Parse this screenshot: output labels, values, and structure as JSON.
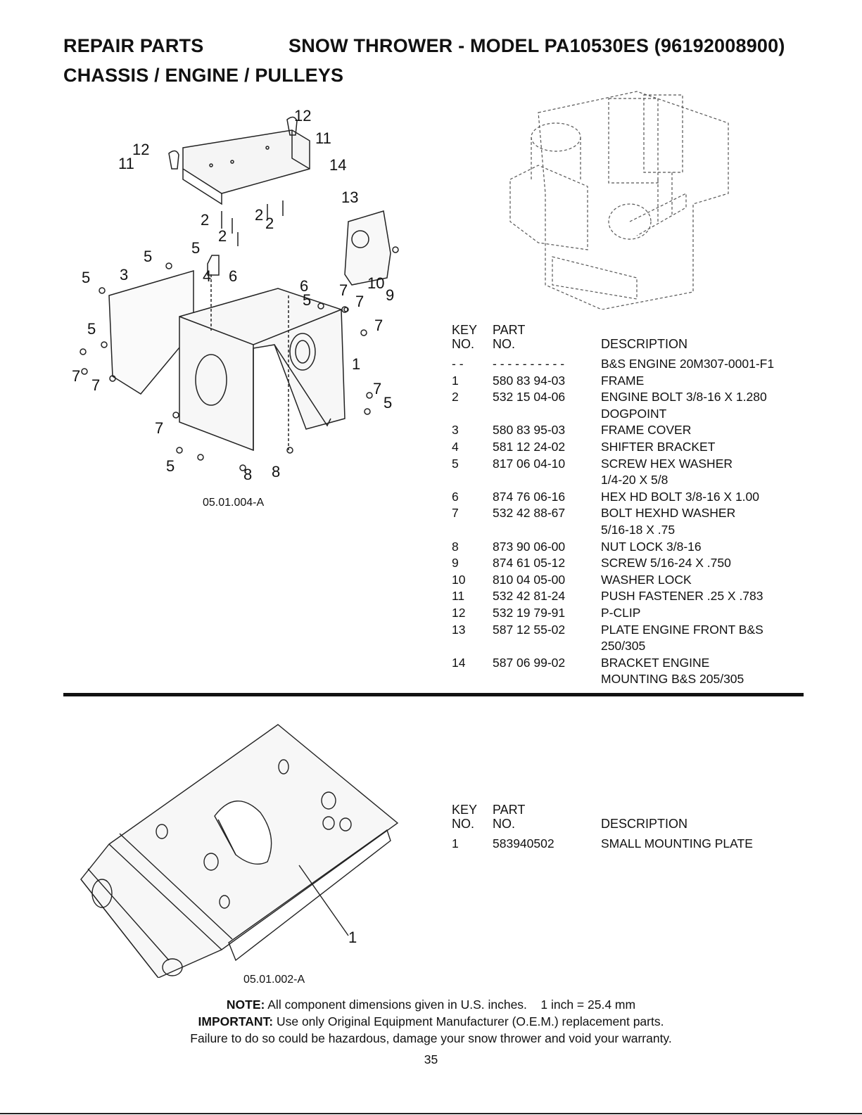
{
  "header": {
    "left": "REPAIR PARTS",
    "right": "SNOW THROWER - MODEL PA10530ES (96192008900)",
    "subtitle": "CHASSIS / ENGINE / PULLEYS"
  },
  "figure1": {
    "code": "05.01.004-A",
    "callouts": [
      "12",
      "11",
      "12",
      "11",
      "14",
      "13",
      "2",
      "2",
      "2",
      "2",
      "5",
      "5",
      "3",
      "4",
      "6",
      "6",
      "7",
      "10",
      "9",
      "5",
      "7",
      "5",
      "5",
      "7",
      "7",
      "1",
      "7",
      "5",
      "7",
      "7",
      "5",
      "8",
      "8"
    ]
  },
  "table1": {
    "headers": {
      "key": "KEY",
      "key2": "NO.",
      "part": "PART",
      "part2": "NO.",
      "desc": "DESCRIPTION"
    },
    "rows": [
      {
        "key": "- -",
        "part": "- - - - - - - - - -",
        "desc": [
          "B&S ENGINE 20M307-0001-F1"
        ]
      },
      {
        "key": "1",
        "part": "580 83 94-03",
        "desc": [
          "FRAME"
        ]
      },
      {
        "key": "2",
        "part": "532 15 04-06",
        "desc": [
          "ENGINE BOLT 3/8-16 X 1.280",
          "DOGPOINT"
        ]
      },
      {
        "key": "3",
        "part": "580 83 95-03",
        "desc": [
          "FRAME COVER"
        ]
      },
      {
        "key": "4",
        "part": "581 12 24-02",
        "desc": [
          "SHIFTER BRACKET"
        ]
      },
      {
        "key": "5",
        "part": "817 06 04-10",
        "desc": [
          "SCREW HEX WASHER",
          "1/4-20 X 5/8"
        ]
      },
      {
        "key": "6",
        "part": "874 76 06-16",
        "desc": [
          "HEX HD BOLT 3/8-16 X 1.00"
        ]
      },
      {
        "key": "7",
        "part": "532 42 88-67",
        "desc": [
          "BOLT HEXHD WASHER",
          "5/16-18 X .75"
        ]
      },
      {
        "key": "8",
        "part": "873 90 06-00",
        "desc": [
          "NUT LOCK 3/8-16"
        ]
      },
      {
        "key": "9",
        "part": "874 61 05-12",
        "desc": [
          "SCREW 5/16-24 X .750"
        ]
      },
      {
        "key": "10",
        "part": "810 04 05-00",
        "desc": [
          "WASHER LOCK"
        ]
      },
      {
        "key": "11",
        "part": "532 42 81-24",
        "desc": [
          "PUSH FASTENER .25 X .783"
        ]
      },
      {
        "key": "12",
        "part": "532 19 79-91",
        "desc": [
          "P-CLIP"
        ]
      },
      {
        "key": "13",
        "part": "587 12 55-02",
        "desc": [
          "PLATE ENGINE FRONT B&S",
          "250/305"
        ]
      },
      {
        "key": "14",
        "part": "587 06 99-02",
        "desc": [
          "BRACKET ENGINE",
          "MOUNTING B&S 205/305"
        ]
      }
    ]
  },
  "figure2": {
    "code": "05.01.002-A",
    "callout": "1"
  },
  "table2": {
    "headers": {
      "key": "KEY",
      "key2": "NO.",
      "part": "PART",
      "part2": "NO.",
      "desc": "DESCRIPTION"
    },
    "rows": [
      {
        "key": "1",
        "part": "583940502",
        "desc": [
          "SMALL MOUNTING PLATE"
        ]
      }
    ]
  },
  "notes": {
    "note_label": "NOTE:",
    "note_text": " All component dimensions given in U.S. inches.    1 inch = 25.4 mm",
    "important_label": "IMPORTANT:",
    "important_text": " Use only Original Equipment Manufacturer (O.E.M.) replacement parts.",
    "warning": "Failure to do so could be hazardous, damage your snow thrower and void your warranty."
  },
  "page_number": "35"
}
